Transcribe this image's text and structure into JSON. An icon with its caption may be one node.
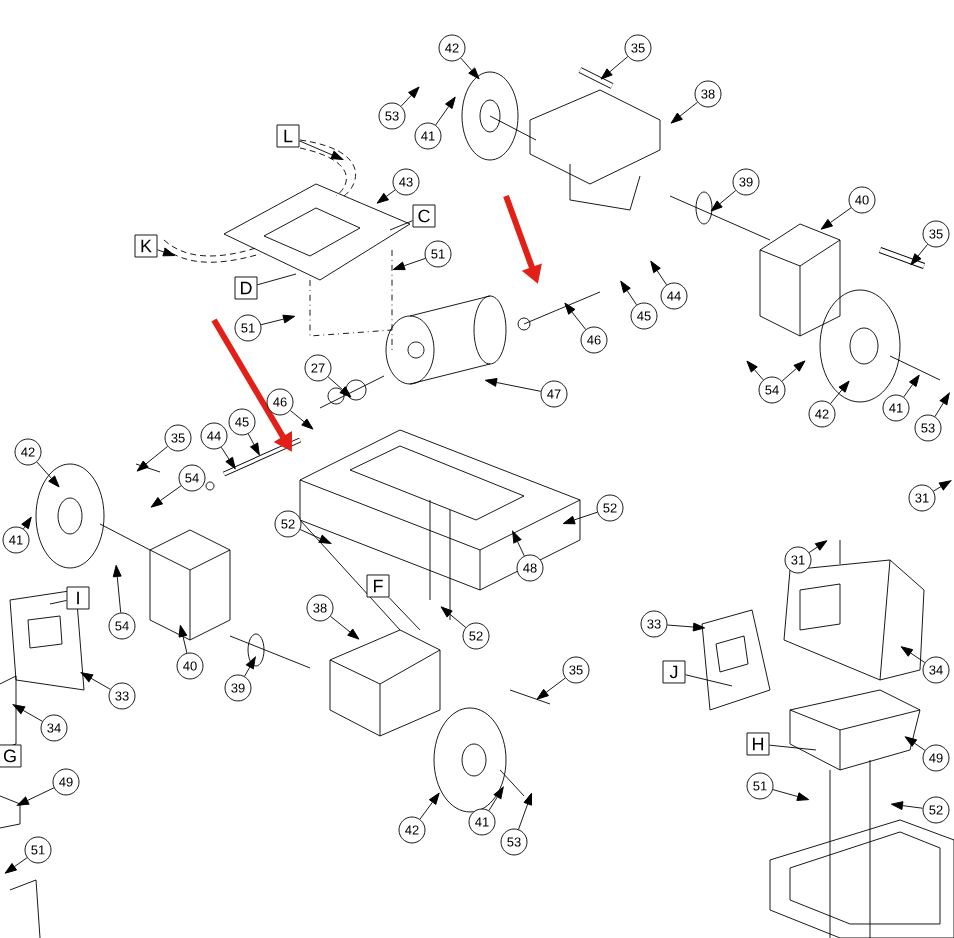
{
  "diagram": {
    "nodes": [
      {
        "text": [
          "42"
        ]
      },
      {
        "text": [
          "35"
        ]
      },
      {
        "text": [
          "38"
        ]
      },
      {
        "text": [
          "53"
        ]
      },
      {
        "text": [
          "L"
        ]
      },
      {
        "text": [
          "41"
        ]
      },
      {
        "text": [
          "39"
        ]
      },
      {
        "text": [
          "43"
        ]
      },
      {
        "text": [
          "40"
        ]
      },
      {
        "text": [
          "C"
        ]
      },
      {
        "text": [
          "35"
        ]
      },
      {
        "text": [
          "K"
        ]
      },
      {
        "text": [
          "51"
        ]
      },
      {
        "text": [
          "D"
        ]
      },
      {
        "text": [
          "44"
        ]
      },
      {
        "text": [
          "45"
        ]
      },
      {
        "text": [
          "51"
        ]
      },
      {
        "text": [
          "46"
        ]
      },
      {
        "text": [
          "27"
        ]
      },
      {
        "text": [
          "54"
        ]
      },
      {
        "text": [
          "47"
        ]
      },
      {
        "text": [
          "46"
        ]
      },
      {
        "text": [
          "41"
        ]
      },
      {
        "text": [
          "42"
        ]
      },
      {
        "text": [
          "45"
        ]
      },
      {
        "text": [
          "53"
        ]
      },
      {
        "text": [
          "44"
        ]
      },
      {
        "text": [
          "35"
        ]
      },
      {
        "text": [
          "42"
        ]
      },
      {
        "text": [
          "54"
        ]
      },
      {
        "text": [
          "31"
        ]
      },
      {
        "text": [
          "52"
        ]
      },
      {
        "text": [
          "52"
        ]
      },
      {
        "text": [
          "41"
        ]
      },
      {
        "text": [
          "31"
        ]
      },
      {
        "text": [
          "48"
        ]
      },
      {
        "text": [
          "F"
        ]
      },
      {
        "text": [
          "I"
        ]
      },
      {
        "text": [
          "38"
        ]
      },
      {
        "text": [
          "33"
        ]
      },
      {
        "text": [
          "54"
        ]
      },
      {
        "text": [
          "52"
        ]
      },
      {
        "text": [
          "40"
        ]
      },
      {
        "text": [
          "35"
        ]
      },
      {
        "text": [
          "J"
        ]
      },
      {
        "text": [
          "34"
        ]
      },
      {
        "text": [
          "39"
        ]
      },
      {
        "text": [
          "33"
        ]
      },
      {
        "text": [
          "34"
        ]
      },
      {
        "text": [
          "H"
        ]
      },
      {
        "text": [
          "G"
        ]
      },
      {
        "text": [
          "49"
        ]
      },
      {
        "text": [
          "49"
        ]
      },
      {
        "text": [
          "51"
        ]
      },
      {
        "text": [
          "52"
        ]
      },
      {
        "text": [
          "42"
        ]
      },
      {
        "text": [
          "41"
        ]
      },
      {
        "text": [
          "53"
        ]
      },
      {
        "text": [
          "51"
        ]
      }
    ],
    "edges": [
      {
        "from": 0,
        "to": null,
        "arrow": "to"
      },
      {
        "from": 1,
        "to": null,
        "arrow": "to"
      },
      {
        "from": 2,
        "to": null,
        "arrow": "to"
      },
      {
        "from": 3,
        "to": null,
        "arrow": "to"
      },
      {
        "from": 4,
        "to": null,
        "arrow": "to"
      },
      {
        "from": 5,
        "to": null,
        "arrow": "to"
      },
      {
        "from": 6,
        "to": null,
        "arrow": "to"
      },
      {
        "from": 7,
        "to": null,
        "arrow": "to"
      },
      {
        "from": 8,
        "to": null,
        "arrow": "to"
      },
      {
        "from": 9,
        "to": null,
        "arrow": "none"
      },
      {
        "from": 10,
        "to": null,
        "arrow": "to"
      },
      {
        "from": 11,
        "to": null,
        "arrow": "to"
      },
      {
        "from": 12,
        "to": null,
        "arrow": "to"
      },
      {
        "from": 13,
        "to": null,
        "arrow": "none"
      },
      {
        "from": 14,
        "to": null,
        "arrow": "to"
      },
      {
        "from": 15,
        "to": null,
        "arrow": "to"
      },
      {
        "from": 16,
        "to": null,
        "arrow": "to"
      },
      {
        "from": 17,
        "to": null,
        "arrow": "to"
      },
      {
        "from": 18,
        "to": null,
        "arrow": "to"
      },
      {
        "from": 19,
        "to": null,
        "arrow": "to"
      },
      {
        "from": 19,
        "to": null,
        "arrow": "to"
      },
      {
        "from": 20,
        "to": null,
        "arrow": "to"
      },
      {
        "from": 21,
        "to": null,
        "arrow": "to"
      },
      {
        "from": 22,
        "to": null,
        "arrow": "to"
      },
      {
        "from": 23,
        "to": null,
        "arrow": "to"
      },
      {
        "from": 24,
        "to": null,
        "arrow": "to"
      },
      {
        "from": 25,
        "to": null,
        "arrow": "to"
      },
      {
        "from": 26,
        "to": null,
        "arrow": "to"
      },
      {
        "from": 27,
        "to": null,
        "arrow": "to"
      },
      {
        "from": 28,
        "to": null,
        "arrow": "to"
      },
      {
        "from": 29,
        "to": null,
        "arrow": "to"
      },
      {
        "from": 30,
        "to": null,
        "arrow": "to"
      },
      {
        "from": 31,
        "to": null,
        "arrow": "to"
      },
      {
        "from": 32,
        "to": null,
        "arrow": "to"
      },
      {
        "from": 33,
        "to": null,
        "arrow": "to"
      },
      {
        "from": 34,
        "to": null,
        "arrow": "to"
      },
      {
        "from": 35,
        "to": null,
        "arrow": "to"
      },
      {
        "from": 36,
        "to": null,
        "arrow": "none"
      },
      {
        "from": 37,
        "to": null,
        "arrow": "none"
      },
      {
        "from": 38,
        "to": null,
        "arrow": "to"
      },
      {
        "from": 39,
        "to": null,
        "arrow": "to"
      },
      {
        "from": 40,
        "to": null,
        "arrow": "to"
      },
      {
        "from": 41,
        "to": null,
        "arrow": "to"
      },
      {
        "from": 42,
        "to": null,
        "arrow": "to"
      },
      {
        "from": 43,
        "to": null,
        "arrow": "to"
      },
      {
        "from": 44,
        "to": null,
        "arrow": "none"
      },
      {
        "from": 45,
        "to": null,
        "arrow": "to"
      },
      {
        "from": 46,
        "to": null,
        "arrow": "to"
      },
      {
        "from": 47,
        "to": null,
        "arrow": "to"
      },
      {
        "from": 48,
        "to": null,
        "arrow": "to"
      },
      {
        "from": 49,
        "to": null,
        "arrow": "none"
      },
      {
        "from": 51,
        "to": null,
        "arrow": "to"
      },
      {
        "from": 52,
        "to": null,
        "arrow": "to"
      },
      {
        "from": 53,
        "to": null,
        "arrow": "to"
      },
      {
        "from": 54,
        "to": null,
        "arrow": "to"
      },
      {
        "from": 55,
        "to": null,
        "arrow": "to"
      },
      {
        "from": 56,
        "to": null,
        "arrow": "to"
      },
      {
        "from": 57,
        "to": null,
        "arrow": "to"
      },
      {
        "from": 58,
        "to": null,
        "arrow": "to"
      }
    ]
  }
}
